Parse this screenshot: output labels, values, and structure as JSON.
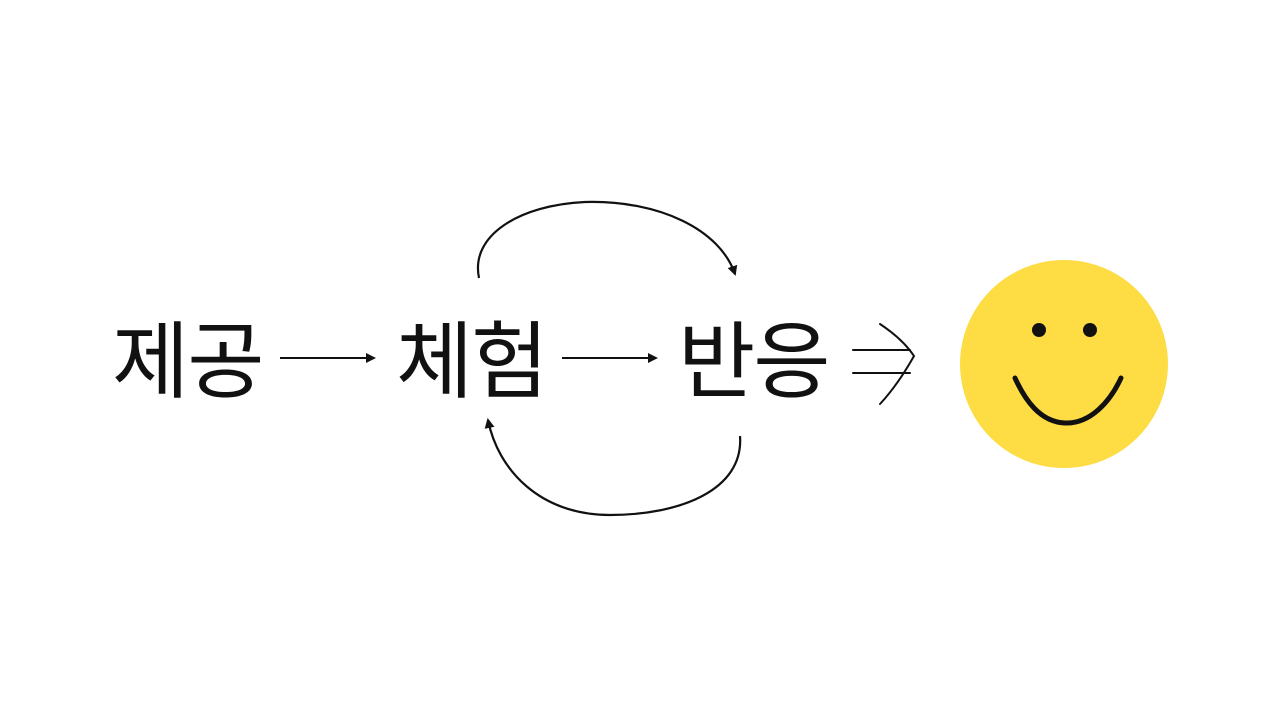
{
  "diagram": {
    "nodes": [
      {
        "id": "provide",
        "label": "제공"
      },
      {
        "id": "experience",
        "label": "체험"
      },
      {
        "id": "reaction",
        "label": "반응"
      }
    ],
    "edges": [
      {
        "from": "provide",
        "to": "experience",
        "style": "straight-arrow"
      },
      {
        "from": "experience",
        "to": "reaction",
        "style": "straight-arrow"
      },
      {
        "from": "experience",
        "to": "reaction",
        "style": "curved-arrow-top"
      },
      {
        "from": "reaction",
        "to": "experience",
        "style": "curved-arrow-bottom"
      },
      {
        "from": "reaction",
        "to": "smiley",
        "style": "double-arrow"
      }
    ],
    "result_icon": "smiley-face-icon",
    "colors": {
      "text": "#111111",
      "line": "#111111",
      "smiley_face": "#FEDC44",
      "smiley_features": "#111111",
      "background": "#FFFFFF"
    }
  }
}
